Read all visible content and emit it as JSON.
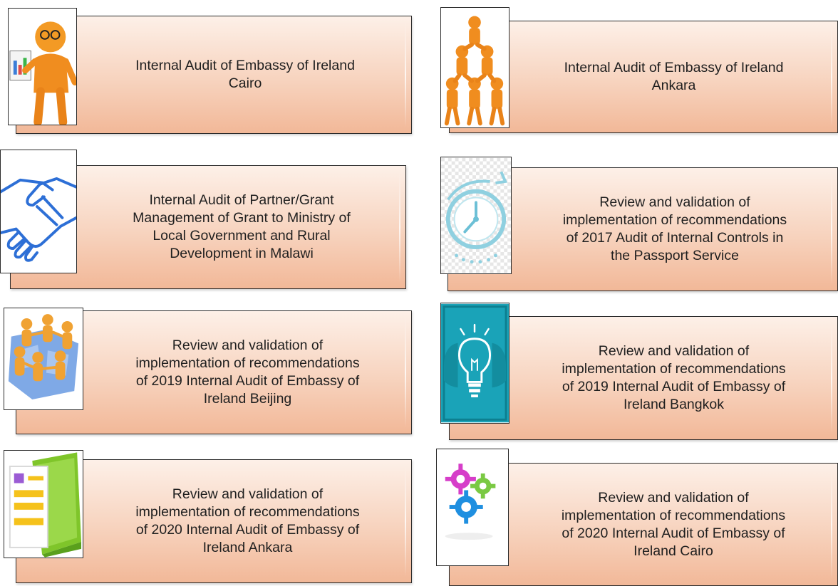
{
  "cards": [
    {
      "lines": [
        "Internal Audit of Embassy of Ireland",
        "Cairo"
      ],
      "icon": "person-with-chart-icon"
    },
    {
      "lines": [
        "Internal Audit of Embassy of Ireland",
        "Ankara"
      ],
      "icon": "people-pyramid-icon"
    },
    {
      "lines": [
        "Internal Audit of Partner/Grant",
        "Management of Grant to Ministry of",
        "Local Government and Rural",
        "Development in Malawi"
      ],
      "icon": "handshake-icon"
    },
    {
      "lines": [
        "Review and validation of",
        "implementation of recommendations",
        "of 2017 Audit of Internal Controls in",
        "the Passport Service"
      ],
      "icon": "clock-icon"
    },
    {
      "lines": [
        "Review and validation of",
        "implementation of recommendations",
        "of 2019 Internal Audit of Embassy of",
        "Ireland Beijing"
      ],
      "icon": "people-circle-globe-icon"
    },
    {
      "lines": [
        "Review and validation of",
        "implementation of recommendations",
        "of 2019 Internal Audit of Embassy of",
        "Ireland Bangkok"
      ],
      "icon": "lightbulb-head-icon"
    },
    {
      "lines": [
        "Review and validation of",
        "implementation of recommendations",
        "of 2020 Internal Audit of Embassy of",
        "Ireland Ankara"
      ],
      "icon": "document-folder-icon"
    },
    {
      "lines": [
        "Review and validation of",
        "implementation of recommendations",
        "of 2020 Internal Audit of Embassy of",
        "Ireland Cairo"
      ],
      "icon": "gears-icon"
    }
  ]
}
